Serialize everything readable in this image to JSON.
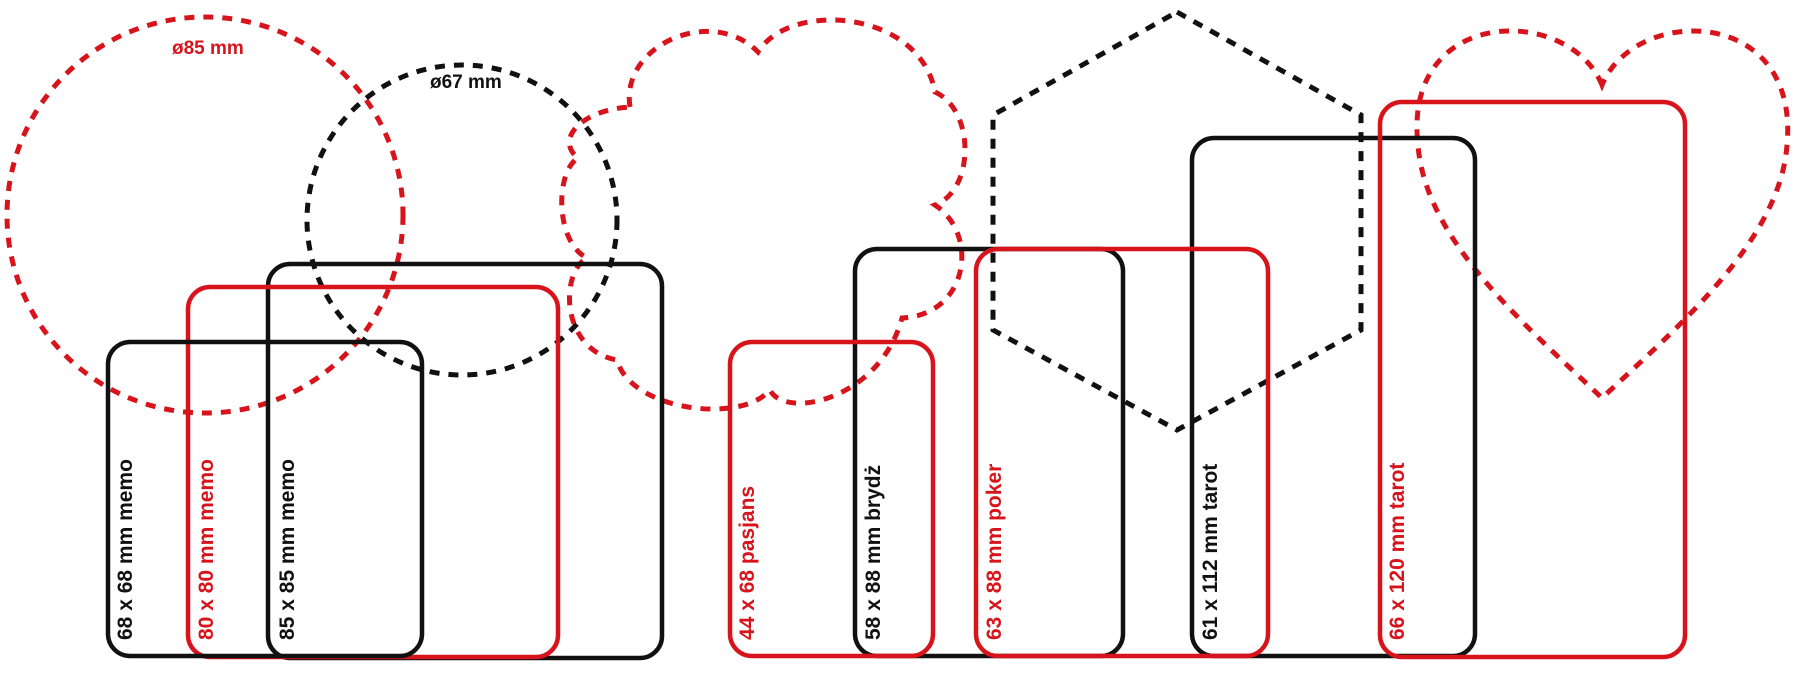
{
  "colors": {
    "red": "#d7141c",
    "black": "#111111"
  },
  "shapes": {
    "circle_85": {
      "label": "ø85 mm",
      "color": "red"
    },
    "circle_67": {
      "label": "ø67 mm",
      "color": "black"
    },
    "flower": {
      "color": "red"
    },
    "hexagon": {
      "color": "black"
    },
    "heart": {
      "color": "red"
    }
  },
  "cards": [
    {
      "label": "68 x 68 mm memo",
      "color": "black"
    },
    {
      "label": "80 x 80 mm memo",
      "color": "red"
    },
    {
      "label": "85 x 85 mm memo",
      "color": "black"
    },
    {
      "label": "44 x 68 pasjans",
      "color": "red"
    },
    {
      "label": "58 x 88 mm brydż",
      "color": "black"
    },
    {
      "label": "63 x 88 mm poker",
      "color": "red"
    },
    {
      "label": "61 x 112 mm tarot",
      "color": "black"
    },
    {
      "label": "66 x 120 mm tarot",
      "color": "red"
    }
  ]
}
